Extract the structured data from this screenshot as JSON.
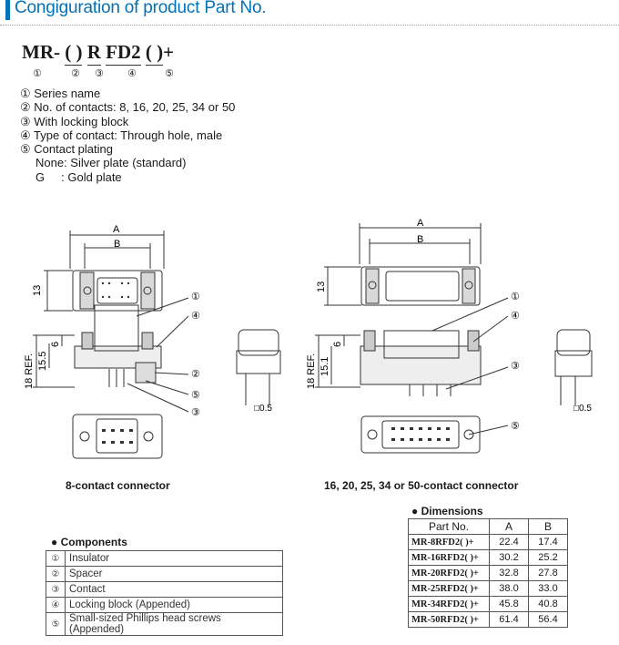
{
  "header": {
    "title": "Congiguration of product Part No."
  },
  "part_number": {
    "segments": [
      "MR-",
      "( )",
      "R",
      "FD2",
      "( )",
      "+"
    ],
    "markers": [
      "①",
      "②",
      "③",
      "④",
      "⑤"
    ]
  },
  "legend": [
    "① Series name",
    "② No. of contacts: 8, 16, 20, 25, 34 or 50",
    "③ With locking block",
    "④ Type of contact: Through hole, male",
    "⑤ Contact plating",
    "None: Silver plate (standard)",
    "G     : Gold plate"
  ],
  "drawings": {
    "left": {
      "caption": "8-contact connector",
      "dim_a": "A",
      "dim_b": "B",
      "dim_13": "13",
      "dim_6": "6",
      "dim_155": "15.5",
      "dim_18": "18 REF.",
      "pitch": "□0.5",
      "callouts": [
        "①",
        "④",
        "②",
        "⑤",
        "③"
      ]
    },
    "right": {
      "caption": "16, 20, 25, 34 or 50-contact connector",
      "dim_a": "A",
      "dim_b": "B",
      "dim_13": "13",
      "dim_6": "6",
      "dim_151": "15.1",
      "dim_18": "18 REF.",
      "pitch": "□0.5",
      "callouts": [
        "①",
        "④",
        "③",
        "⑤"
      ]
    }
  },
  "components": {
    "title": "Components",
    "rows": [
      {
        "num": "①",
        "name": "Insulator"
      },
      {
        "num": "②",
        "name": "Spacer"
      },
      {
        "num": "③",
        "name": "Contact"
      },
      {
        "num": "④",
        "name": "Locking block (Appended)"
      },
      {
        "num": "⑤",
        "name": "Small-sized Phillips head screws (Appended)"
      }
    ]
  },
  "dimensions": {
    "title": "Dimensions",
    "headers": [
      "Part No.",
      "A",
      "B"
    ],
    "rows": [
      {
        "part": "MR-8RFD2( )+",
        "a": "22.4",
        "b": "17.4"
      },
      {
        "part": "MR-16RFD2( )+",
        "a": "30.2",
        "b": "25.2"
      },
      {
        "part": "MR-20RFD2( )+",
        "a": "32.8",
        "b": "27.8"
      },
      {
        "part": "MR-25RFD2( )+",
        "a": "38.0",
        "b": "33.0"
      },
      {
        "part": "MR-34RFD2( )+",
        "a": "45.8",
        "b": "40.8"
      },
      {
        "part": "MR-50RFD2( )+",
        "a": "61.4",
        "b": "56.4"
      }
    ]
  }
}
